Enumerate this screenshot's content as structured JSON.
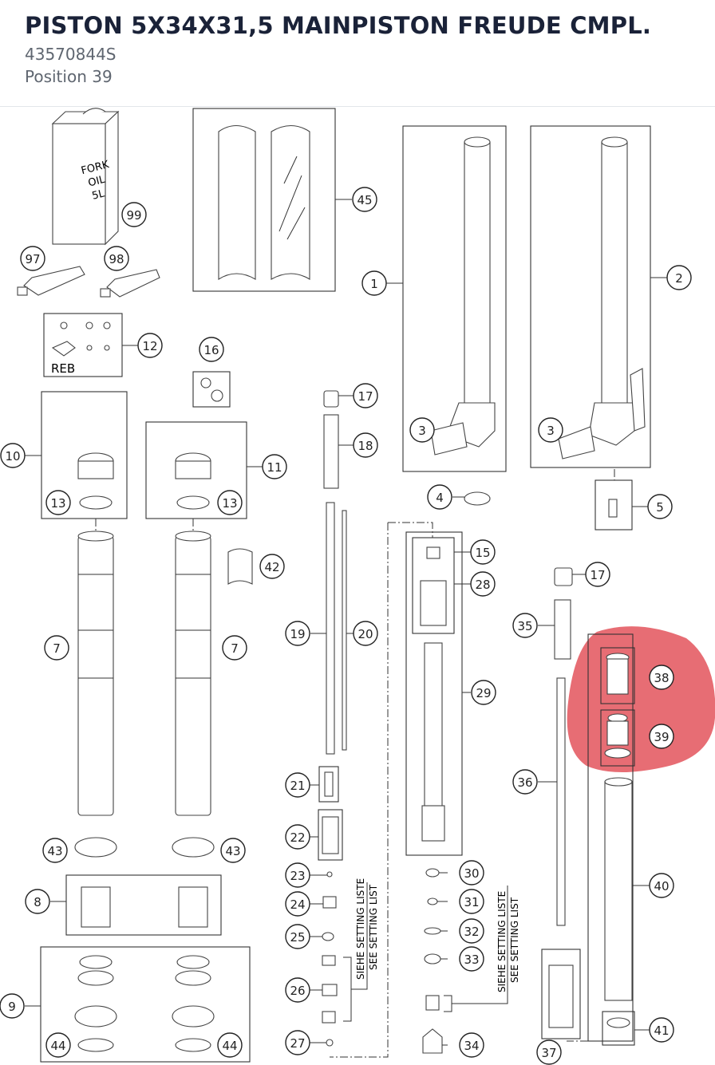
{
  "header": {
    "title": "PISTON 5X34X31,5 MAINPISTON FREUDE CMPL.",
    "part_number": "43570844S",
    "position": "Position 39"
  },
  "diagram": {
    "can_label_lines": [
      "FORK",
      "OIL",
      "5L"
    ],
    "box12_label": "REB",
    "setting_list_de": "SIEHE SETTING LISTE",
    "setting_list_en": "SEE SETTING LIST",
    "highlight": {
      "color": "#dc2832",
      "positions": [
        "38",
        "39"
      ]
    },
    "callouts": [
      "99",
      "97",
      "98",
      "45",
      "1",
      "2",
      "12",
      "16",
      "17",
      "18",
      "10",
      "11",
      "13",
      "13",
      "3",
      "3",
      "4",
      "5",
      "15",
      "28",
      "42",
      "7",
      "7",
      "19",
      "20",
      "17",
      "35",
      "38",
      "39",
      "29",
      "36",
      "21",
      "22",
      "43",
      "43",
      "23",
      "30",
      "8",
      "24",
      "31",
      "25",
      "32",
      "33",
      "40",
      "26",
      "27",
      "34",
      "9",
      "44",
      "44",
      "41",
      "37"
    ]
  }
}
